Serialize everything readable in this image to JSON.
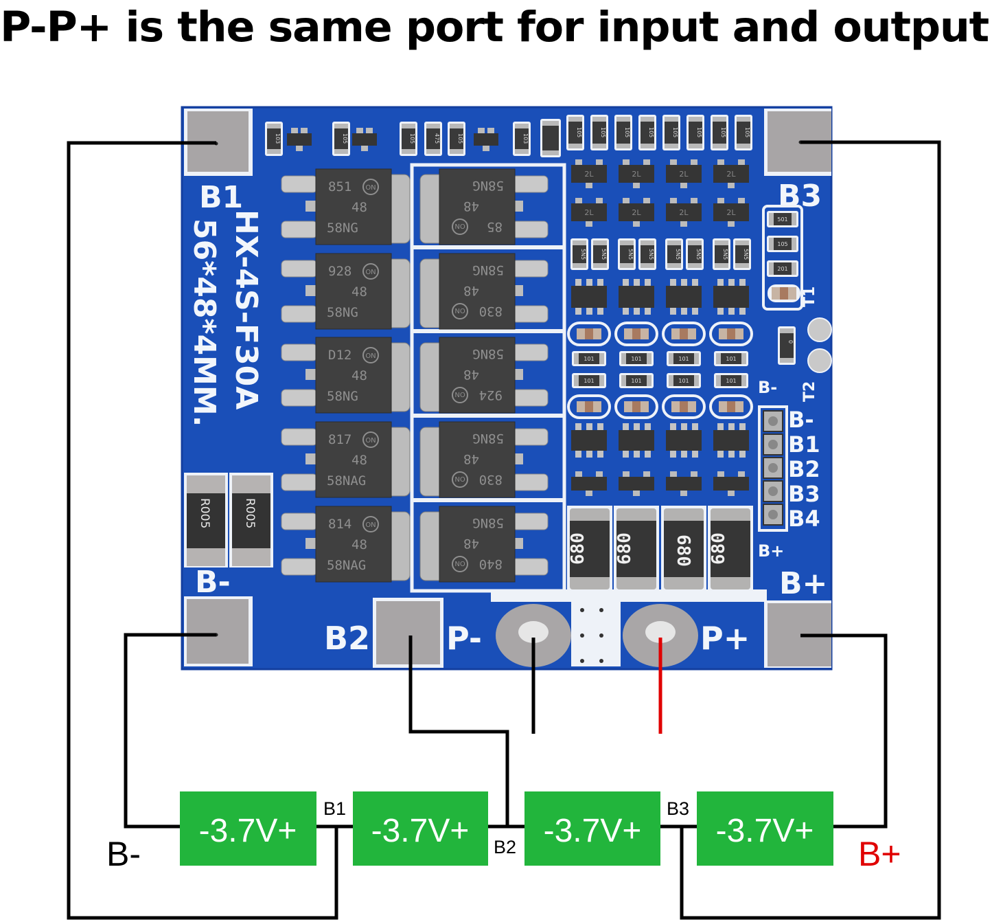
{
  "title": "P-P+ is the same port for input and output",
  "colors": {
    "pcb_blue": "#1a4fb8",
    "pcb_blue_dark": "#12389a",
    "silkscreen": "#f2f6fb",
    "pad_silver": "#a8a5a6",
    "chip_dark": "#3c3c3c",
    "cell_green": "#22b53c",
    "wire_black": "#000000",
    "wire_red": "#e00000",
    "b_plus_red": "#e00000"
  },
  "board": {
    "model": "HX-4S-F30A",
    "size": "56*48*4MM.",
    "corner_pads": {
      "top_left": "B1",
      "top_right": "B3",
      "bottom_left": "B-",
      "bottom_right": "B+"
    },
    "bottom_pads": {
      "b2": "B2",
      "p_minus": "P-",
      "p_plus": "P+"
    },
    "balance_header": [
      "B-",
      "B1",
      "B2",
      "B3",
      "B4"
    ],
    "b_plus_small": "B+",
    "thermistor": {
      "t1": "T1",
      "t2": "T2",
      "b_minus": "B-"
    },
    "shunts": [
      "R005",
      "R005"
    ],
    "mosfets_left": [
      {
        "lot": "851",
        "code": "48",
        "part": "58NG"
      },
      {
        "lot": "928",
        "code": "48",
        "part": "58NG"
      },
      {
        "lot": "D12",
        "code": "48",
        "part": "58NG"
      },
      {
        "lot": "817",
        "code": "48",
        "part": "58NAG"
      },
      {
        "lot": "814",
        "code": "48",
        "part": "58NAG"
      }
    ],
    "mosfets_right": [
      {
        "lot": "85",
        "code": "48",
        "part": "58NG"
      },
      {
        "lot": "830",
        "code": "48",
        "part": "58NG"
      },
      {
        "lot": "924",
        "code": "48",
        "part": "58NG"
      },
      {
        "lot": "830",
        "code": "48",
        "part": "58NG"
      },
      {
        "lot": "840",
        "code": "48",
        "part": "58NG"
      }
    ],
    "mosfet_logo": "ON",
    "sense_resistors": [
      "680",
      "680",
      "680",
      "680"
    ],
    "sot_marking": "2L",
    "top_resistor_marks": [
      "103",
      "105",
      "105",
      "475",
      "105",
      "103",
      "105",
      "105",
      "105",
      "105",
      "105",
      "105",
      "105"
    ],
    "mid_resistor_marks": [
      "5N5",
      "5N5",
      "5N5",
      "5N5",
      "5N5",
      "5N5",
      "5N5",
      "5N5"
    ],
    "small_resistor_marks": [
      "101",
      "101",
      "101",
      "101",
      "101",
      "101",
      "101",
      "101"
    ],
    "right_resistor_marks": [
      "501",
      "105",
      "201"
    ],
    "thermistor_resistor": "0"
  },
  "cells": [
    {
      "label": "-3.7V+"
    },
    {
      "label": "-3.7V+"
    },
    {
      "label": "-3.7V+"
    },
    {
      "label": "-3.7V+"
    }
  ],
  "nodes": {
    "b_minus": "B-",
    "b1": "B1",
    "b2": "B2",
    "b3": "B3",
    "b_plus": "B+"
  }
}
